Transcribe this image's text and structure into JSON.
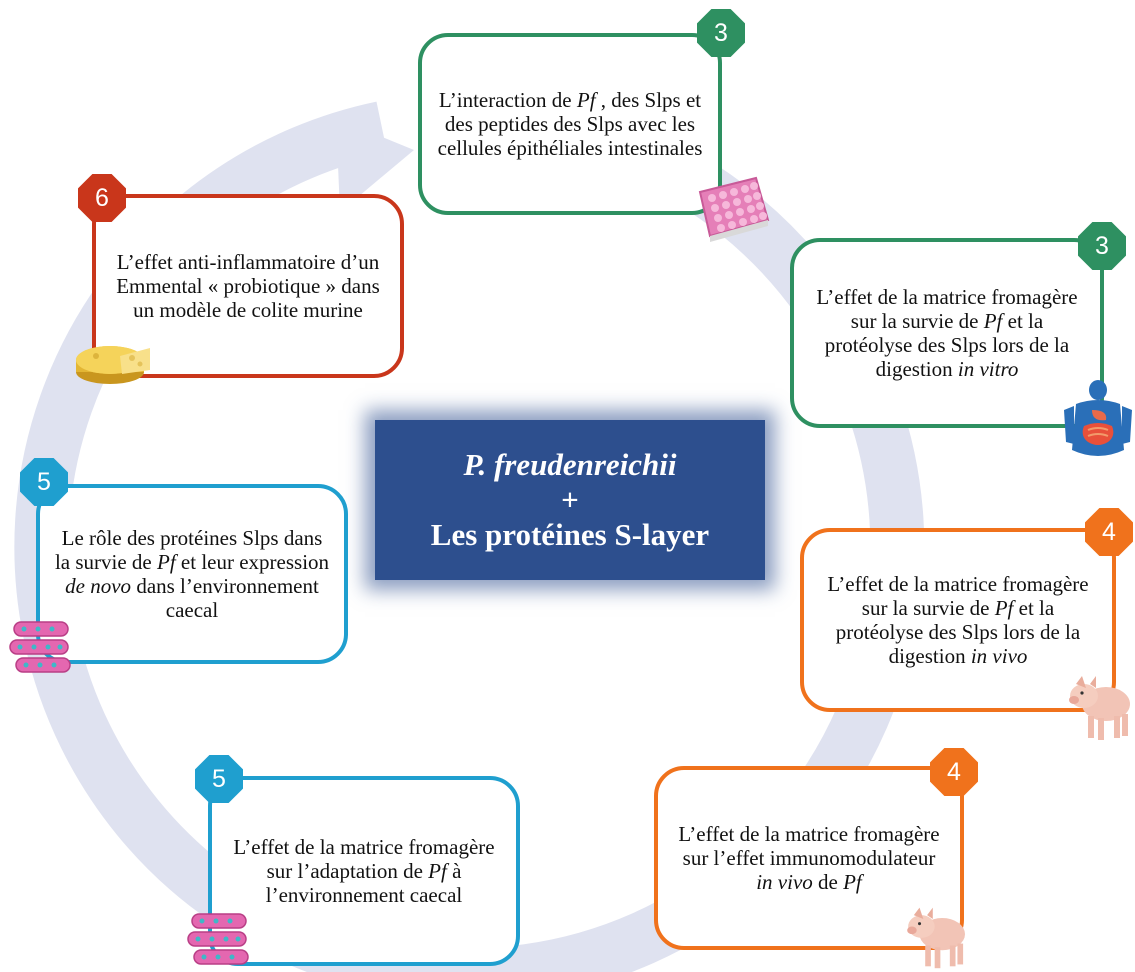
{
  "center": {
    "line1": "P. freudenreichii",
    "line2": "+",
    "line3": "Les protéines S-layer"
  },
  "steps": [
    {
      "number": "3",
      "text_a": "L’interaction de ",
      "text_b": "Pf",
      "text_c": " , des Slps et des peptides des Slps avec les cellules épithéliales intestinales",
      "image": "cell-culture-plate-icon"
    },
    {
      "number": "3",
      "text_a": "L’effet de la matrice fromagère sur  la survie de ",
      "text_b": "Pf",
      "text_c": " et la protéolyse des Slps lors de la digestion ",
      "text_d": "in vitro",
      "image": "human-digestive-system-icon"
    },
    {
      "number": "4",
      "text_a": "L’effet de la matrice fromagère sur  la survie de ",
      "text_b": "Pf",
      "text_c": " et la protéolyse des Slps lors de la digestion  ",
      "text_d": "in vivo",
      "image": "piglet-icon"
    },
    {
      "number": "4",
      "text_a": "L’effet de la matrice fromagère sur l’effet immunomodulateur ",
      "text_b": "in vivo",
      "text_c": " de ",
      "text_d": "Pf",
      "image": "piglet-icon"
    },
    {
      "number": "5",
      "text_a": "L’effet de la matrice fromagère sur l’adaptation de ",
      "text_b": "Pf",
      "text_c": " à l’environnement caecal",
      "image": "bacteria-cluster-icon"
    },
    {
      "number": "5",
      "text_a": "Le rôle des protéines Slps dans la survie de ",
      "text_b": "Pf",
      "text_c": " et leur expression ",
      "text_d": "de novo",
      "text_e": " dans l’environnement caecal",
      "image": "bacteria-cluster-icon"
    },
    {
      "number": "6",
      "text_a": "L’effet anti-inflammatoire d’un Emmental « probiotique » dans un modèle de colite murine",
      "image": "emmental-cheese-icon"
    }
  ],
  "colors": {
    "green": "#2e9061",
    "red": "#c9361b",
    "blue": "#1f9fcf",
    "orange": "#f0721c",
    "navy": "#2d4f8e",
    "ring": "#dfe2f0"
  }
}
